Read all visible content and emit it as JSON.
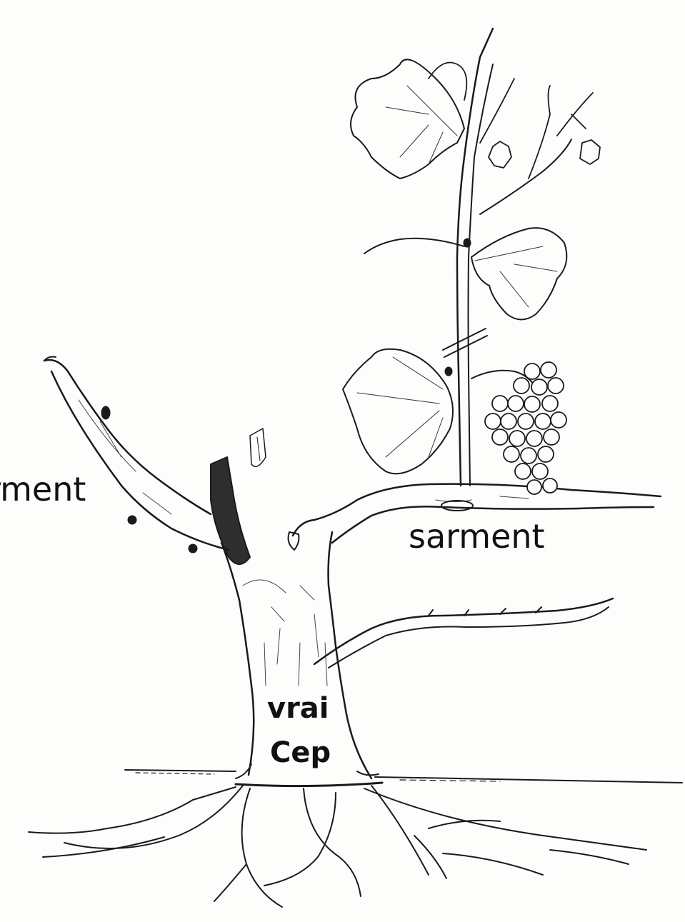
{
  "labels": {
    "left_cane": "rment",
    "right_cane": "sarment",
    "trunk_line1": "vrai",
    "trunk_line2": "Cep"
  },
  "colors": {
    "ink": "#1a1a1a",
    "paper": "#fdfdfc",
    "shade": "#3a3a3a"
  }
}
